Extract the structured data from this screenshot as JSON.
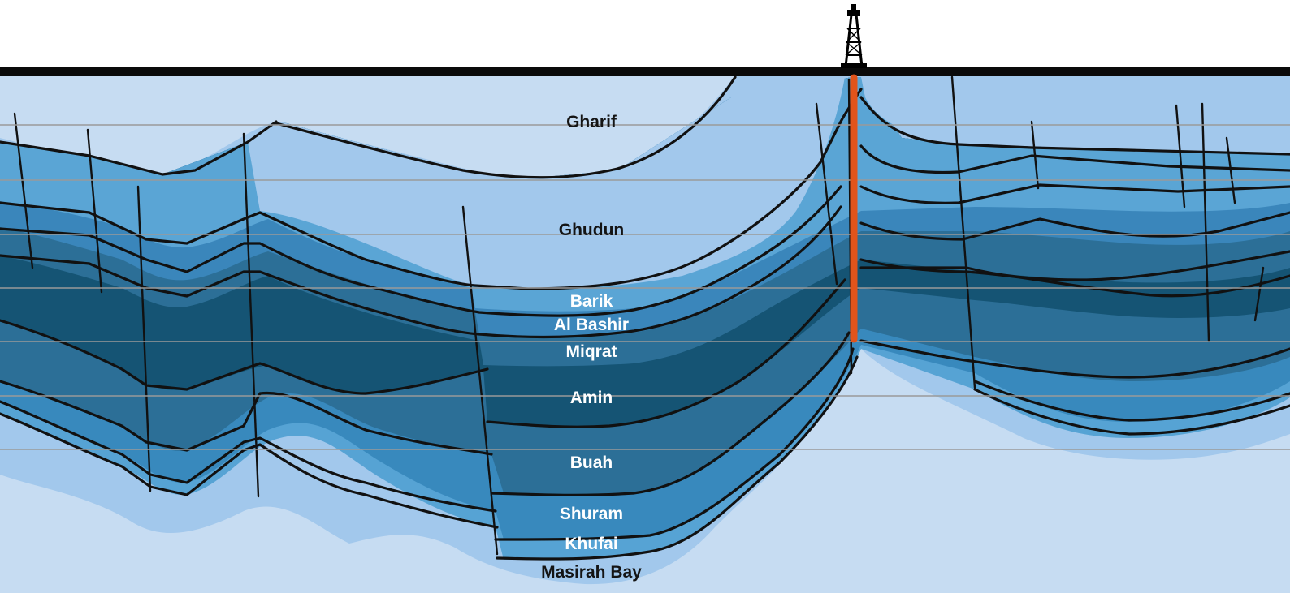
{
  "diagram": {
    "colors": {
      "sky": "#ffffff",
      "surface_bar": "#0a0a0a",
      "gharif": "#c6dcf2",
      "ghudun": "#a2c8ec",
      "barik": "#5aa5d5",
      "al_bashir": "#4591c6",
      "miqrat": "#3a86bb",
      "amin": "#155474",
      "buah": "#2c6f97",
      "shuram": "#3889bd",
      "khufai": "#56a3d4",
      "masirah_bay_halo": "#a2c8ec",
      "masirah_bay": "#c6dcf2",
      "well_path": "#e1541b",
      "gridlines": "#9a9a9a"
    },
    "layers": [
      {
        "id": "gharif",
        "label": "Gharif",
        "style": "dark"
      },
      {
        "id": "ghudun",
        "label": "Ghudun",
        "style": "dark"
      },
      {
        "id": "barik",
        "label": "Barik",
        "style": "light"
      },
      {
        "id": "al_bashir",
        "label": "Al Bashir",
        "style": "light"
      },
      {
        "id": "miqrat",
        "label": "Miqrat",
        "style": "light"
      },
      {
        "id": "amin",
        "label": "Amin",
        "style": "light"
      },
      {
        "id": "buah",
        "label": "Buah",
        "style": "light"
      },
      {
        "id": "shuram",
        "label": "Shuram",
        "style": "light"
      },
      {
        "id": "khufai",
        "label": "Khufai",
        "style": "light"
      },
      {
        "id": "masirah_bay",
        "label": "Masirah Bay",
        "style": "dark"
      }
    ],
    "icons": [
      "drilling-rig-icon",
      "well-path"
    ]
  }
}
